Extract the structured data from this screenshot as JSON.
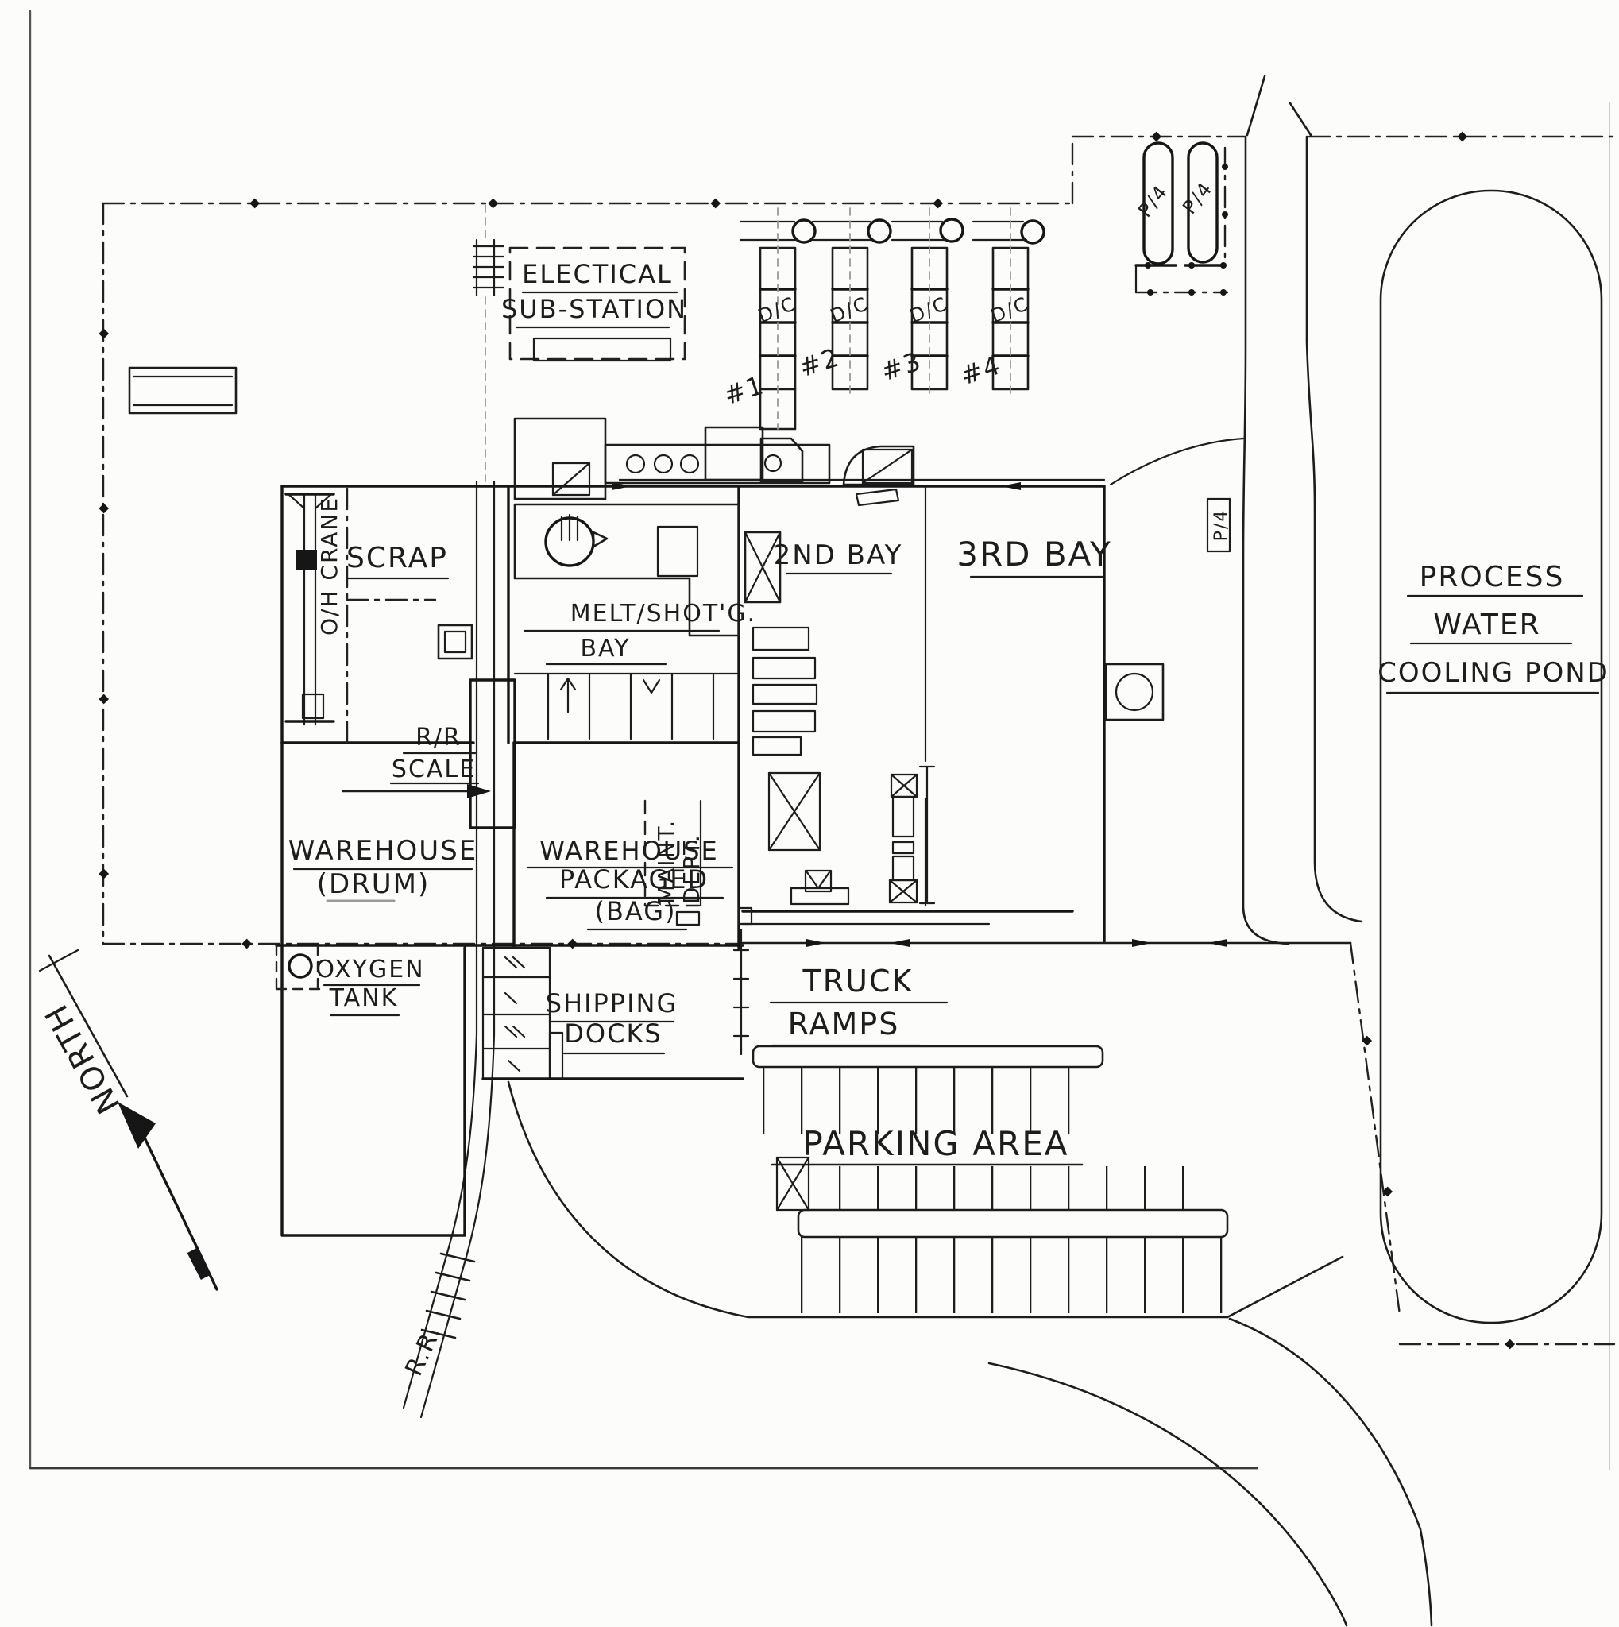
{
  "colors": {
    "ink": "#1d1d1d",
    "paper": "#fcfcfa"
  },
  "labels": {
    "substation": {
      "line1": "ELECTICAL",
      "line2": "SUB-STATION"
    },
    "dc_unit": "D/C",
    "tower_numbers": [
      "#1",
      "#2",
      "#3",
      "#4"
    ],
    "tank_label": "P/4",
    "pond": {
      "line1": "PROCESS",
      "line2": "WATER",
      "line3": "COOLING POND"
    },
    "scrap": "SCRAP",
    "oh_crane": "O/H CRANE",
    "melt_bay": {
      "line1": "MELT/SHOT'G.",
      "line2": "BAY"
    },
    "second_bay": "2ND BAY",
    "third_bay": "3RD BAY",
    "rr_scale": {
      "line1": "R/R",
      "line2": "SCALE"
    },
    "warehouse_drum": {
      "line1": "WAREHOUSE",
      "line2": "(DRUM)"
    },
    "warehouse_bag": {
      "line1": "WAREHOUSE",
      "line2": "PACKAGED",
      "line3": "(BAG)"
    },
    "maint": {
      "line1": "MAINT.",
      "line2": "DEPT."
    },
    "oxygen": {
      "line1": "OXYGEN",
      "line2": "TANK"
    },
    "shipping": {
      "line1": "SHIPPING",
      "line2": "DOCKS"
    },
    "truck_ramps": {
      "line1": "TRUCK",
      "line2": "RAMPS"
    },
    "parking": "PARKING AREA",
    "north": "NORTH",
    "railroad": "R.R."
  }
}
